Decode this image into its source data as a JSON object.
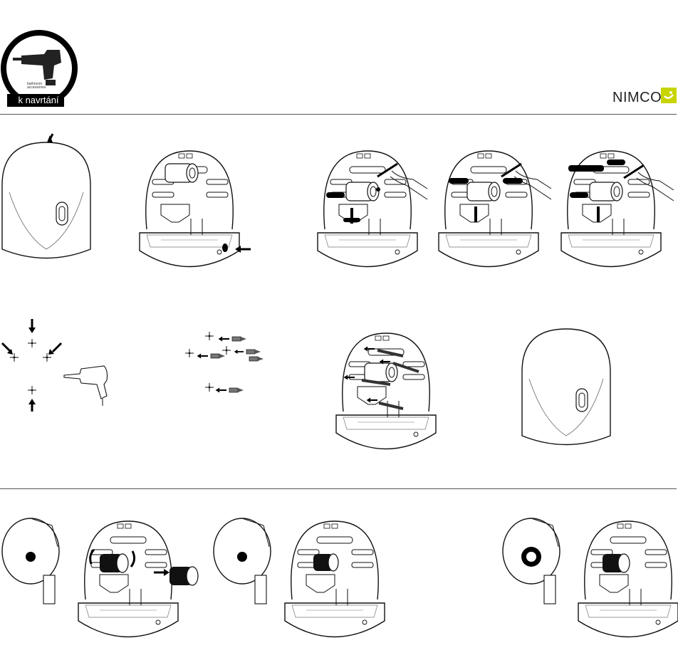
{
  "badge": {
    "label": "k navrtání",
    "tool_caption_line1": "bathroom",
    "tool_caption_line2": "accessories"
  },
  "brand": {
    "name": "NIMCO",
    "accent_color": "#c7d400"
  },
  "colors": {
    "line": "#111111",
    "divider": "#555555"
  },
  "icons": {
    "badge": "drill-icon",
    "brand": "nimco-logo-icon"
  }
}
